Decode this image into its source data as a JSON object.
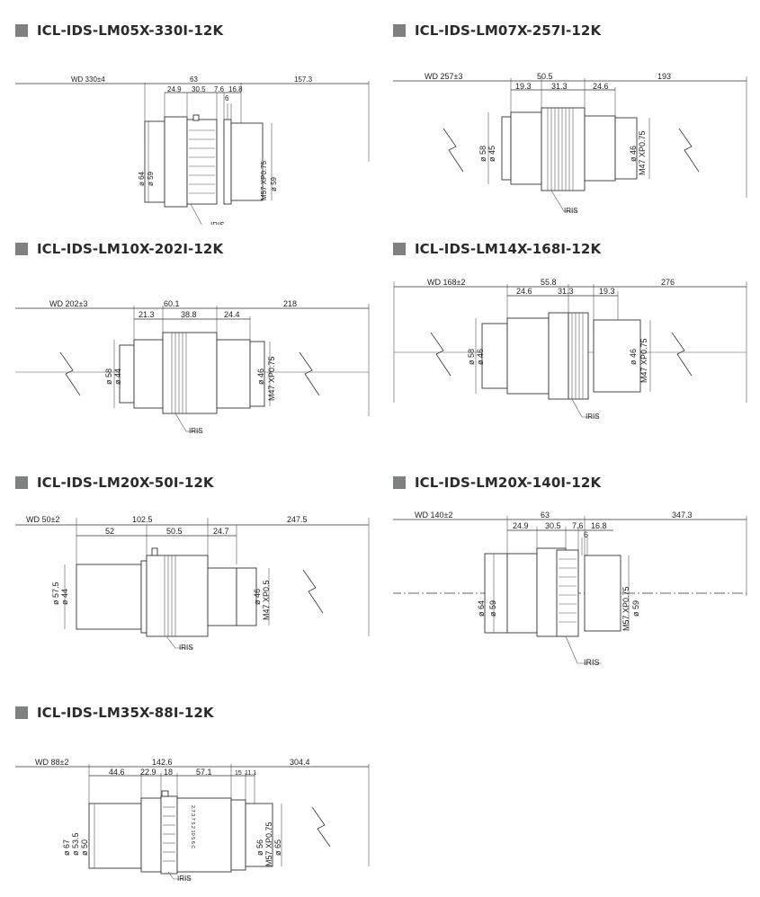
{
  "icons": {
    "header_marker": "square-marker-icon",
    "break": "axis-break-icon"
  },
  "colors": {
    "marker": "#7f8080",
    "title": "#2a2a2a",
    "line": "#333333"
  },
  "iris_label": "IRIS",
  "panels": [
    {
      "title": "ICL-IDS-LM05X-330I-12K",
      "wd": "WD 330±4",
      "dims_top": [
        "63",
        "157.3"
      ],
      "dims_sub": [
        "24.9",
        "30.5",
        "7.6",
        "16.8",
        "6"
      ],
      "dia_left": [
        "ø 64",
        "ø 59"
      ],
      "dia_right": [
        "M57 XP0.75",
        "ø 59"
      ]
    },
    {
      "title": "ICL-IDS-LM07X-257I-12K",
      "wd": "WD 257±3",
      "dims_top": [
        "50.5",
        "193"
      ],
      "dims_sub": [
        "19.3",
        "31.3",
        "24.6"
      ],
      "dia_left": [
        "ø 58",
        "ø 45"
      ],
      "dia_right": [
        "ø 46",
        "M47 XP0.75"
      ]
    },
    {
      "title": "ICL-IDS-LM10X-202I-12K",
      "wd": "WD 202±3",
      "dims_top": [
        "60.1",
        "218"
      ],
      "dims_sub": [
        "21.3",
        "38.8",
        "24.4"
      ],
      "dia_left": [
        "ø 58",
        "ø 44"
      ],
      "dia_right": [
        "ø 46",
        "M47 XP0.75"
      ]
    },
    {
      "title": "ICL-IDS-LM14X-168I-12K",
      "wd": "WD 168±2",
      "dims_top": [
        "55.8",
        "276"
      ],
      "dims_sub": [
        "24.6",
        "31.3",
        "19.3"
      ],
      "dia_left": [
        "ø 58",
        "ø 46"
      ],
      "dia_right": [
        "ø 46",
        "M47 XP0.75"
      ]
    },
    {
      "title": "ICL-IDS-LM20X-50I-12K",
      "wd": "WD 50±2",
      "dims_top": [
        "102.5",
        "247.5"
      ],
      "dims_sub": [
        "52",
        "50.5",
        "24.7"
      ],
      "dia_left": [
        "ø 57.5",
        "ø 44"
      ],
      "dia_right": [
        "ø 46",
        "M47 XP0.5"
      ]
    },
    {
      "title": "ICL-IDS-LM20X-140I-12K",
      "wd": "WD 140±2",
      "dims_top": [
        "63",
        "347.3"
      ],
      "dims_sub": [
        "24.9",
        "30.5",
        "7.6",
        "16.8",
        "6"
      ],
      "dia_left": [
        "ø 64",
        "ø 59"
      ],
      "dia_right": [
        "M57 XP0.75",
        "ø 59"
      ]
    },
    {
      "title": "ICL-IDS-LM35X-88I-12K",
      "wd": "WD 88±2",
      "dims_top": [
        "142.6",
        "304.4"
      ],
      "dims_sub": [
        "44.6",
        "22.9",
        "18",
        "57.1",
        "15",
        "11.1"
      ],
      "dia_left": [
        "ø 67",
        "ø 53.5",
        "ø 50"
      ],
      "dia_right": [
        "ø 56",
        "M57 XP0.75",
        "ø 65"
      ],
      "ring_marks": "2.7 3.7 5.2 10 5.6 C"
    }
  ]
}
